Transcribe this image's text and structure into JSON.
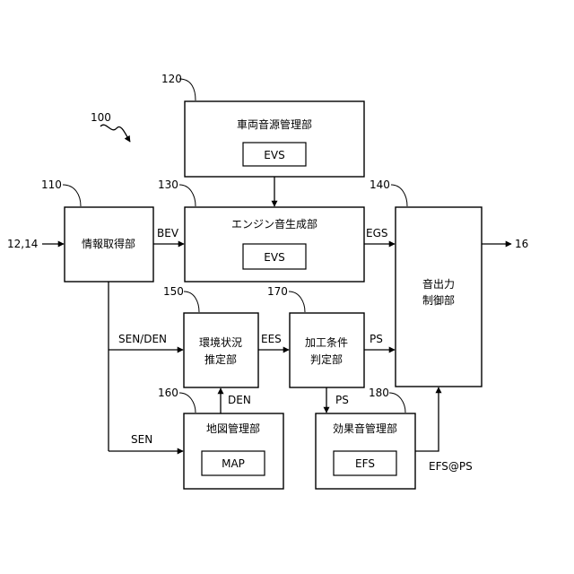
{
  "figure": {
    "ref_number": "100"
  },
  "blocks": {
    "info_acquisition": {
      "ref": "110",
      "label": "情報取得部"
    },
    "vehicle_sound_mgmt": {
      "ref": "120",
      "label": "車両音源管理部",
      "inner": "EVS"
    },
    "engine_sound_gen": {
      "ref": "130",
      "label": "エンジン音生成部",
      "inner": "EVS"
    },
    "sound_output_ctrl": {
      "ref": "140",
      "label_line1": "音出力",
      "label_line2": "制御部"
    },
    "env_estimation": {
      "ref": "150",
      "label_line1": "環境状況",
      "label_line2": "推定部"
    },
    "map_mgmt": {
      "ref": "160",
      "label": "地図管理部",
      "inner": "MAP"
    },
    "processing_judge": {
      "ref": "170",
      "label_line1": "加工条件",
      "label_line2": "判定部"
    },
    "effect_sound_mgmt": {
      "ref": "180",
      "label": "効果音管理部",
      "inner": "EFS"
    }
  },
  "signals": {
    "input": "12,14",
    "output": "16",
    "bev": "BEV",
    "egs": "EGS",
    "sen_den": "SEN/DEN",
    "sen": "SEN",
    "den": "DEN",
    "ees": "EES",
    "ps_right": "PS",
    "ps_down": "PS",
    "efs_ps": "EFS@PS"
  },
  "colors": {
    "stroke": "#000000",
    "background": "#ffffff"
  }
}
